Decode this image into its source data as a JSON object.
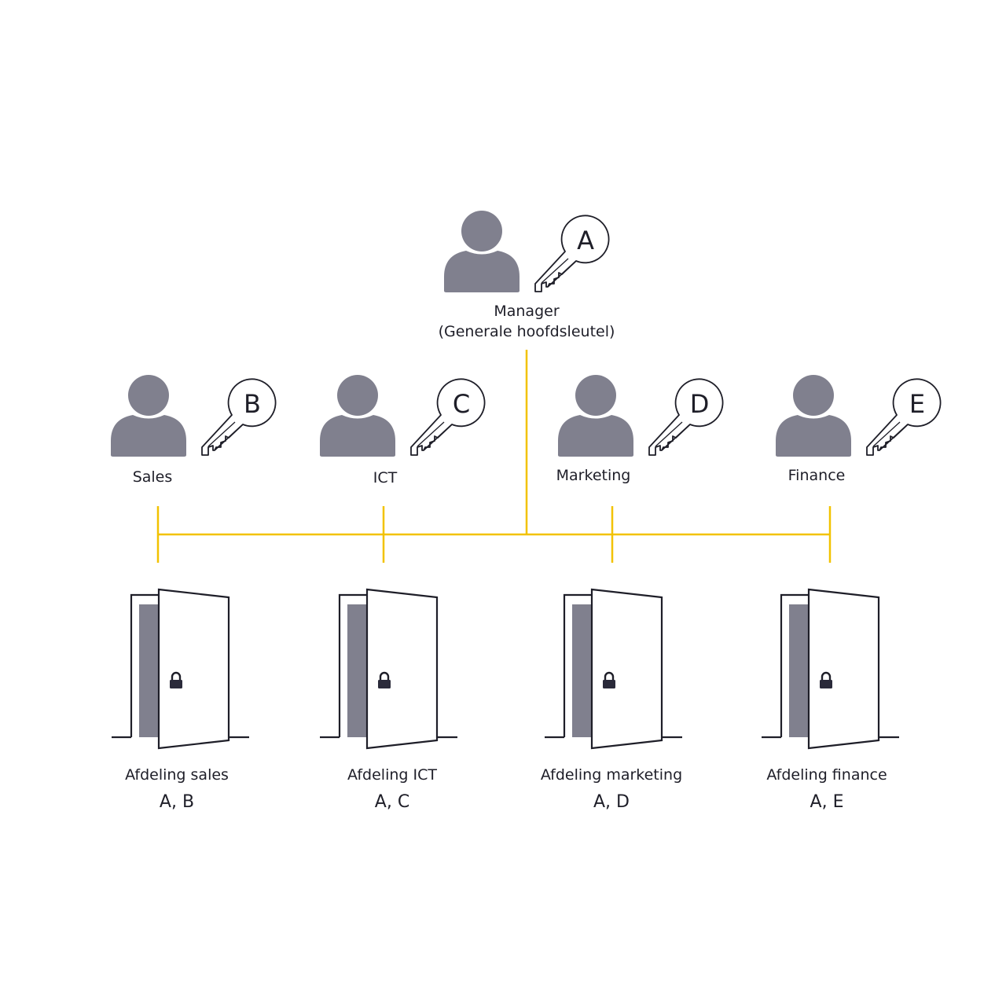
{
  "colors": {
    "line": "#f2c200",
    "person": "#80808e",
    "stroke": "#1e1e28"
  },
  "manager": {
    "title": "Manager",
    "subtitle": "(Generale hoofdsleutel)",
    "key": "A"
  },
  "roles": [
    {
      "label": "Sales",
      "key": "B"
    },
    {
      "label": "ICT",
      "key": "C"
    },
    {
      "label": "Marketing",
      "key": "D"
    },
    {
      "label": "Finance",
      "key": "E"
    }
  ],
  "doors": [
    {
      "label": "Afdeling sales",
      "keys": "A, B"
    },
    {
      "label": "Afdeling ICT",
      "keys": "A, C"
    },
    {
      "label": "Afdeling marketing",
      "keys": "A, D"
    },
    {
      "label": "Afdeling finance",
      "keys": "A, E"
    }
  ]
}
